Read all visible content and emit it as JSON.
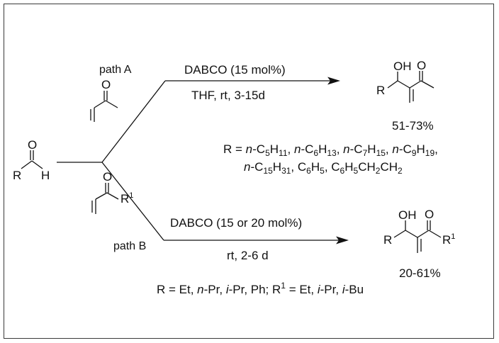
{
  "path_a": {
    "label": "path A",
    "catalyst": "DABCO (15 mol%)",
    "conditions": "THF, rt, 3-15d",
    "yield": "51-73%",
    "product_atoms": {
      "oh": "OH",
      "o": "O",
      "r": "R"
    },
    "enone_o": "O",
    "r_def_line1": [
      {
        "t": "R = "
      },
      {
        "t": "n",
        "i": true
      },
      {
        "t": "-C"
      },
      {
        "t": "5",
        "s": true
      },
      {
        "t": "H"
      },
      {
        "t": "11",
        "s": true
      },
      {
        "t": ", "
      },
      {
        "t": "n",
        "i": true
      },
      {
        "t": "-C"
      },
      {
        "t": "6",
        "s": true
      },
      {
        "t": "H"
      },
      {
        "t": "13",
        "s": true
      },
      {
        "t": ", "
      },
      {
        "t": "n",
        "i": true
      },
      {
        "t": "-C"
      },
      {
        "t": "7",
        "s": true
      },
      {
        "t": "H"
      },
      {
        "t": "15",
        "s": true
      },
      {
        "t": ", "
      },
      {
        "t": "n",
        "i": true
      },
      {
        "t": "-C"
      },
      {
        "t": "9",
        "s": true
      },
      {
        "t": "H"
      },
      {
        "t": "19",
        "s": true
      },
      {
        "t": ","
      }
    ],
    "r_def_line2": [
      {
        "t": "n",
        "i": true
      },
      {
        "t": "-C"
      },
      {
        "t": "15",
        "s": true
      },
      {
        "t": "H"
      },
      {
        "t": "31",
        "s": true
      },
      {
        "t": ", C"
      },
      {
        "t": "6",
        "s": true
      },
      {
        "t": "H"
      },
      {
        "t": "5",
        "s": true
      },
      {
        "t": ", C"
      },
      {
        "t": "6",
        "s": true
      },
      {
        "t": "H"
      },
      {
        "t": "5",
        "s": true
      },
      {
        "t": "CH"
      },
      {
        "t": "2",
        "s": true
      },
      {
        "t": "CH"
      },
      {
        "t": "2",
        "s": true
      }
    ]
  },
  "path_b": {
    "label": "path B",
    "catalyst": "DABCO (15 or 20 mol%)",
    "conditions": "rt, 2-6 d",
    "yield": "20-61%",
    "product_atoms": {
      "oh": "OH",
      "o": "O",
      "r": "R",
      "r1": "R",
      "r1_sup": "1"
    },
    "enone_o": "O",
    "enone_r1": "R",
    "enone_r1_sup": "1",
    "r_def": [
      {
        "t": "R = Et, "
      },
      {
        "t": "n",
        "i": true
      },
      {
        "t": "-Pr, "
      },
      {
        "t": "i",
        "i": true
      },
      {
        "t": "-Pr, Ph;  R"
      },
      {
        "t": "1",
        "sup": true
      },
      {
        "t": " = Et, "
      },
      {
        "t": "i",
        "i": true
      },
      {
        "t": "-Pr, "
      },
      {
        "t": "i",
        "i": true
      },
      {
        "t": "-Bu"
      }
    ]
  },
  "aldehyde": {
    "r": "R",
    "h": "H",
    "o": "O"
  }
}
